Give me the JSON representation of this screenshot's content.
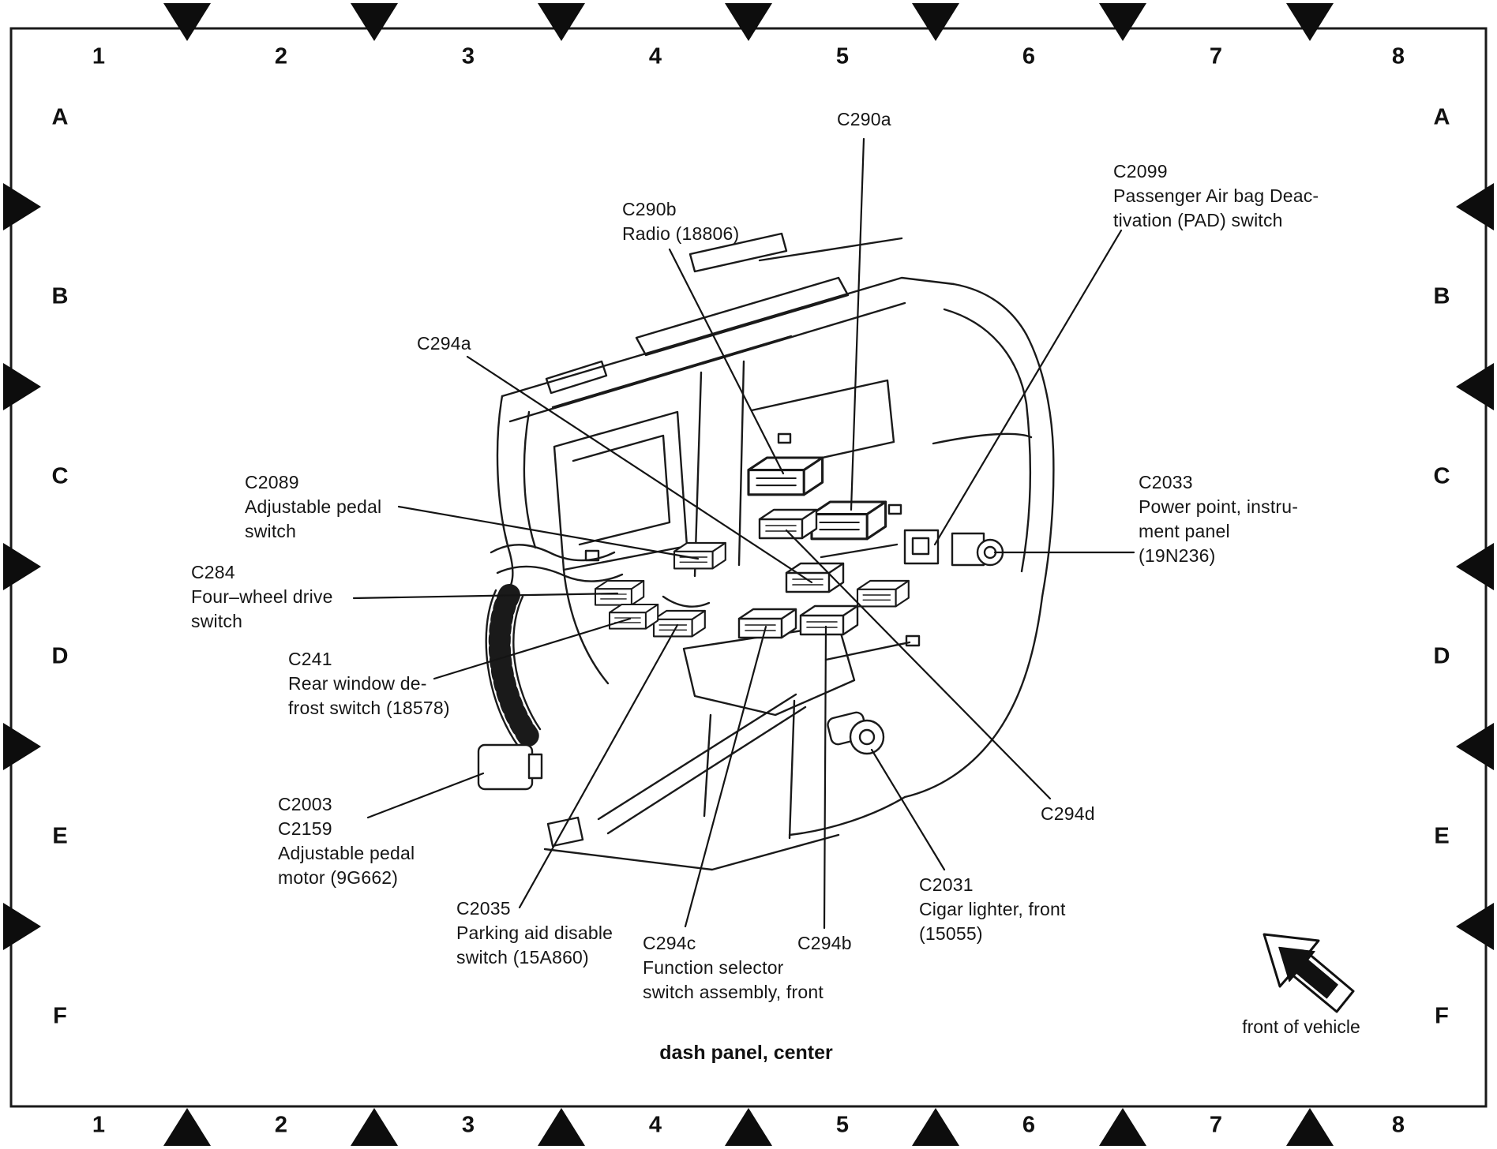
{
  "colors": {
    "ink": "#1a1a1a",
    "paper": "#ffffff"
  },
  "grid": {
    "columns": [
      "1",
      "2",
      "3",
      "4",
      "5",
      "6",
      "7",
      "8"
    ],
    "rows": [
      "A",
      "B",
      "C",
      "D",
      "E",
      "F"
    ]
  },
  "figure": {
    "caption": "dash panel, center",
    "front_label": "front of vehicle"
  },
  "callouts": {
    "c290a": {
      "lines": [
        "C290a"
      ]
    },
    "c290b": {
      "lines": [
        "C290b",
        "Radio (18806)"
      ]
    },
    "c2099": {
      "lines": [
        "C2099",
        "Passenger Air bag Deac-",
        "tivation (PAD) switch"
      ]
    },
    "c294a": {
      "lines": [
        "C294a"
      ]
    },
    "c2089": {
      "lines": [
        "C2089",
        "Adjustable pedal",
        "switch"
      ]
    },
    "c284": {
      "lines": [
        "C284",
        "Four–wheel drive",
        "switch"
      ]
    },
    "c241": {
      "lines": [
        "C241",
        "Rear window de-",
        "frost switch (18578)"
      ]
    },
    "c2003": {
      "lines": [
        "C2003",
        "C2159",
        "Adjustable pedal",
        "motor (9G662)"
      ]
    },
    "c2035": {
      "lines": [
        "C2035",
        "Parking aid disable",
        "switch (15A860)"
      ]
    },
    "c294c": {
      "lines": [
        "C294c",
        "Function selector",
        "switch assembly, front"
      ]
    },
    "c294b": {
      "lines": [
        "C294b"
      ]
    },
    "c2031": {
      "lines": [
        "C2031",
        "Cigar lighter, front",
        "(15055)"
      ]
    },
    "c294d": {
      "lines": [
        "C294d"
      ]
    },
    "c2033": {
      "lines": [
        "C2033",
        "Power point, instru-",
        "ment panel",
        "(19N236)"
      ]
    }
  }
}
